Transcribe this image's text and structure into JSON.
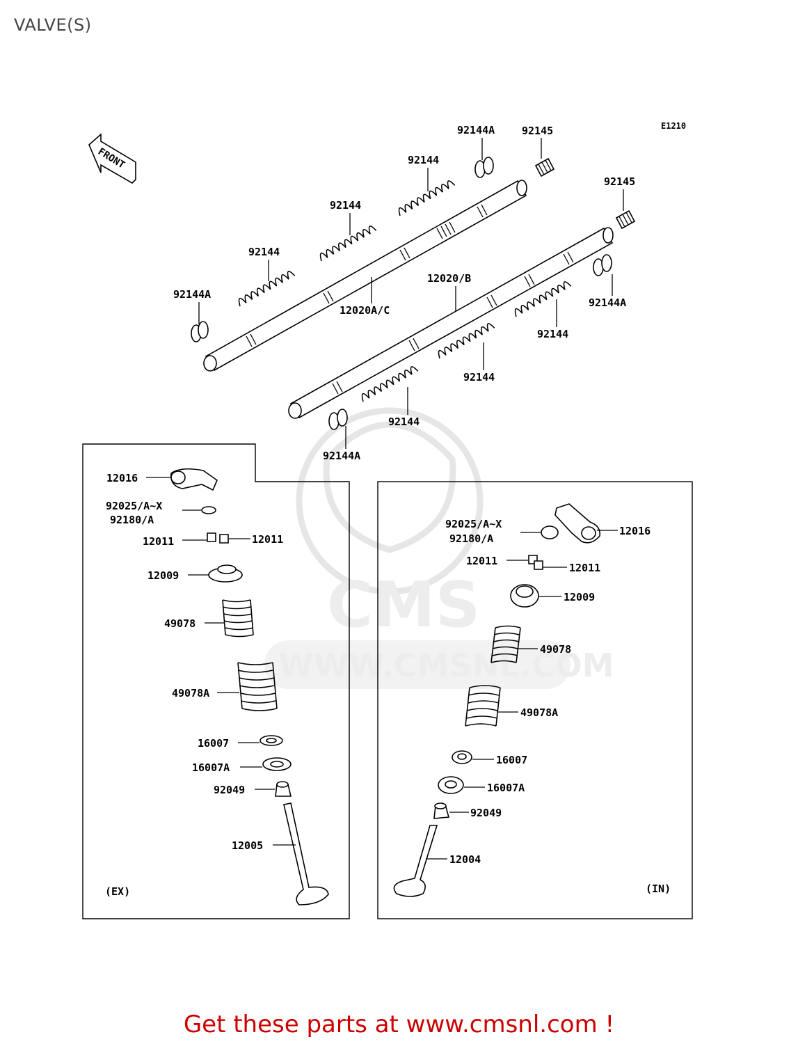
{
  "title": "VALVE(S)",
  "diagram_code": "E1210",
  "front_label": "FRONT",
  "watermark": {
    "brand": "CMS",
    "url": "WWW.CMSNL.COM"
  },
  "camshaft_labels": {
    "l1": "92144A",
    "l2": "92145",
    "l3": "92144",
    "l4": "92145",
    "l5": "92144",
    "l6": "92144",
    "l7": "12020/B",
    "l8": "92144A",
    "l9": "92144A",
    "l10": "12020A/C",
    "l11": "92144",
    "l12": "92144",
    "l13": "92144",
    "l14": "92144A"
  },
  "ex_panel": {
    "tag": "(EX)",
    "labels": {
      "rocker": "12016",
      "shim": "92025/A~X",
      "shim2": "92180/A",
      "cotter_l": "12011",
      "cotter_r": "12011",
      "retainer": "12009",
      "spring_inner": "49078",
      "spring_outer": "49078A",
      "seat": "16007",
      "seat2": "16007A",
      "seal": "92049",
      "valve": "12005"
    }
  },
  "in_panel": {
    "tag": "(IN)",
    "labels": {
      "shim": "92025/A~X",
      "shim2": "92180/A",
      "rocker": "12016",
      "cotter_l": "12011",
      "cotter_r": "12011",
      "retainer": "12009",
      "spring_inner": "49078",
      "spring_outer": "49078A",
      "seat": "16007",
      "seat2": "16007A",
      "seal": "92049",
      "valve": "12004"
    }
  },
  "cta": "Get these parts at www.cmsnl.com !"
}
